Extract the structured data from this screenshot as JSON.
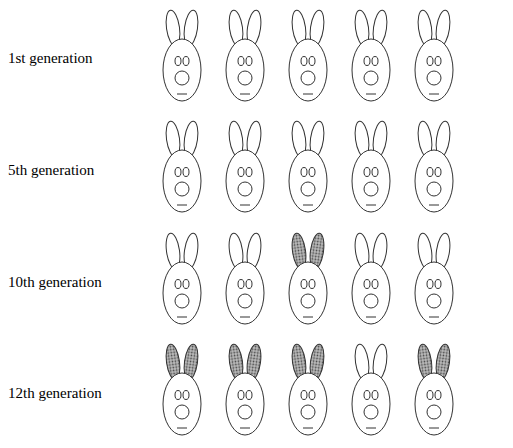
{
  "diagram": {
    "labels": [
      "1st generation",
      "5th generation",
      "10th generation",
      "12th generation"
    ]
  }
}
